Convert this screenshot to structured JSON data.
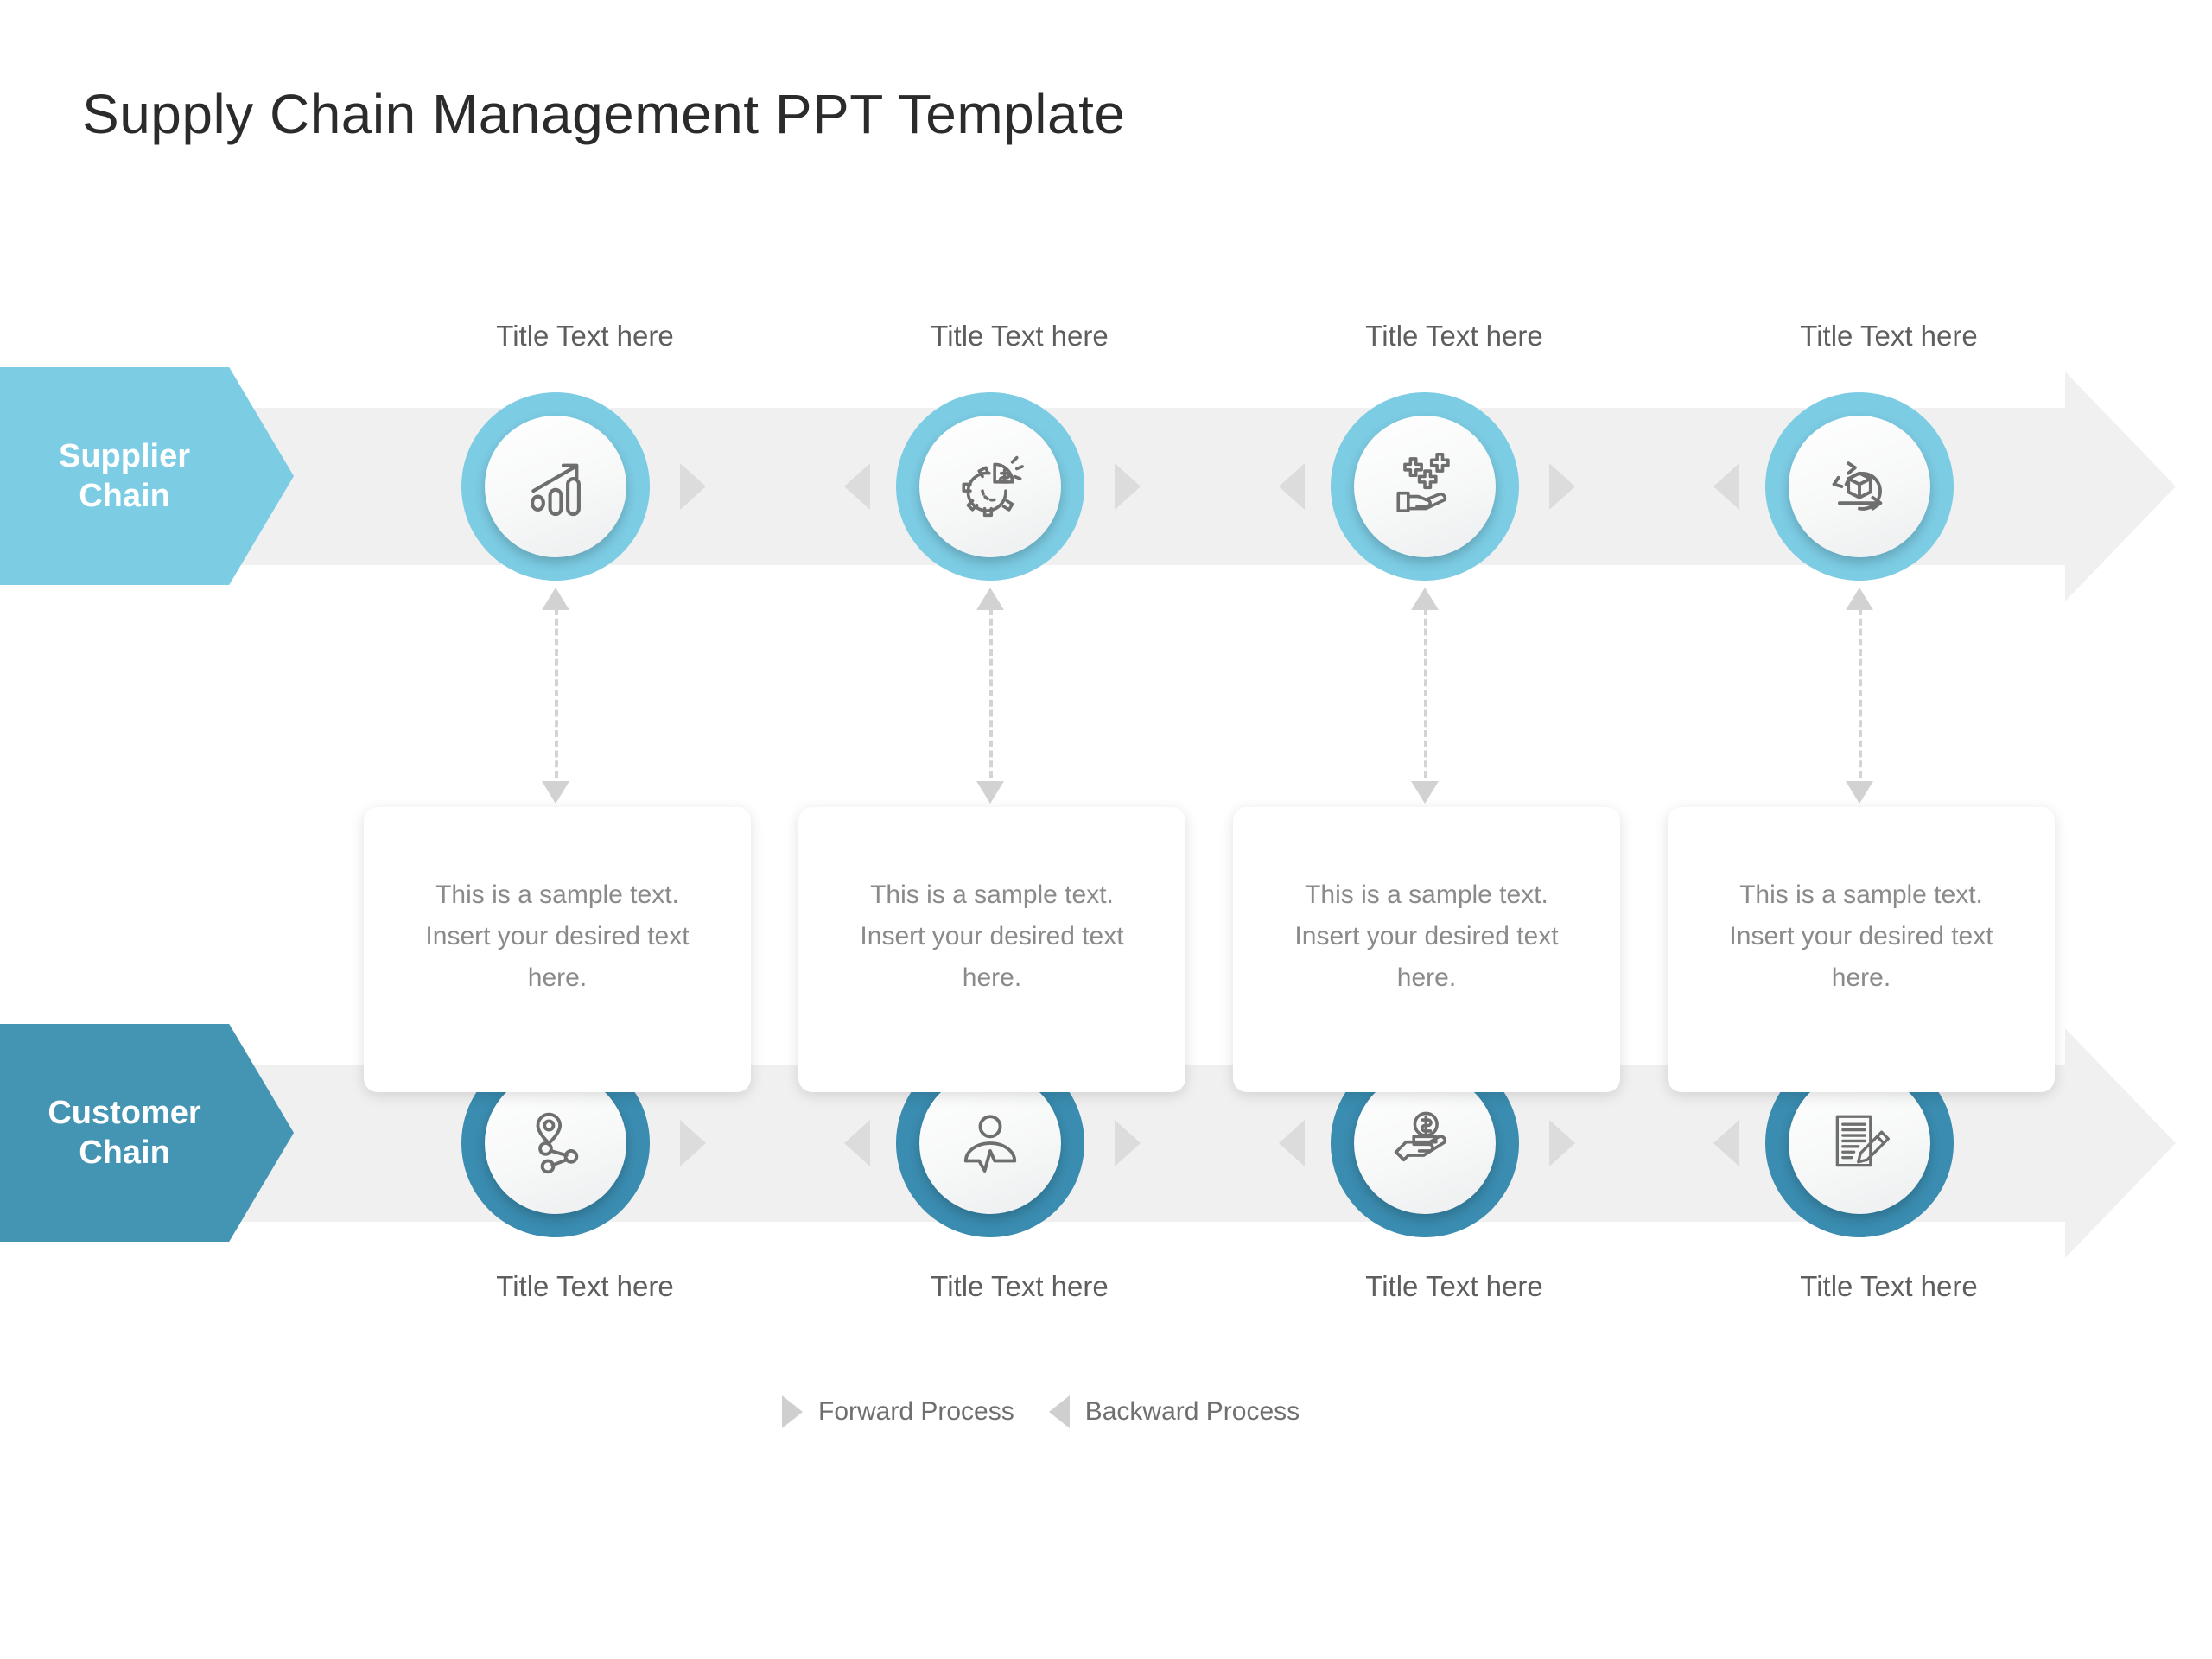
{
  "slide": {
    "title": "Supply Chain Management PPT Template"
  },
  "colors": {
    "supplier_accent": "#7ccce4",
    "customer_accent": "#3a8cb0",
    "customer_chevron": "#4494b4",
    "band": "#f0f0f0",
    "arrow_gray": "#dcdcdc",
    "body_text": "#8a8a8a",
    "title_text": "#2b2b2b"
  },
  "rows": {
    "supplier": {
      "label_line1": "Supplier",
      "label_line2": "Chain",
      "steps": [
        {
          "title": "Title Text here",
          "icon": "growth-chart-icon"
        },
        {
          "title": "Title Text here",
          "icon": "gear-pie-dollar-icon"
        },
        {
          "title": "Title Text here",
          "icon": "hand-benefits-icon"
        },
        {
          "title": "Title Text here",
          "icon": "package-return-icon"
        }
      ]
    },
    "customer": {
      "label_line1": "Customer",
      "label_line2": "Chain",
      "steps": [
        {
          "title": "Title Text here",
          "icon": "location-network-icon"
        },
        {
          "title": "Title Text here",
          "icon": "person-activity-icon"
        },
        {
          "title": "Title Text here",
          "icon": "hand-coins-icon"
        },
        {
          "title": "Title Text here",
          "icon": "document-pencil-icon"
        }
      ]
    }
  },
  "cards": [
    {
      "text": "This is a sample text. Insert your desired text here."
    },
    {
      "text": "This is a sample text. Insert your desired text here."
    },
    {
      "text": "This is a sample text. Insert your desired text here."
    },
    {
      "text": "This is a sample text. Insert your desired text here."
    }
  ],
  "legend": {
    "forward_label": "Forward Process",
    "backward_label": "Backward Process"
  }
}
